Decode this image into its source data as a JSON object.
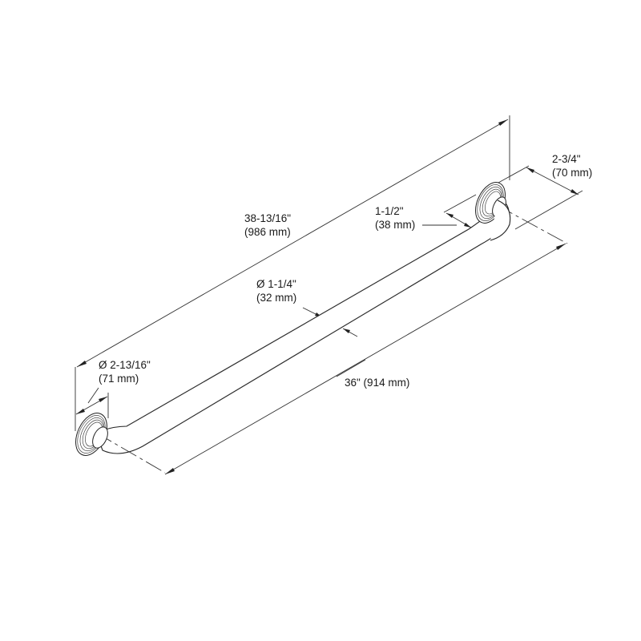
{
  "drawing": {
    "title": "Grab bar dimension drawing",
    "colors": {
      "line": "#333333",
      "background": "#ffffff",
      "text": "#1a1a1a"
    }
  },
  "dimensions": {
    "overall_length": {
      "imperial": "38-13/16\"",
      "metric": "(986 mm)"
    },
    "tube_diameter": {
      "imperial": "Ø 1-1/4\"",
      "metric": "(32 mm)"
    },
    "wall_clearance": {
      "imperial": "1-1/2\"",
      "metric": "(38 mm)"
    },
    "projection": {
      "imperial": "2-3/4\"",
      "metric": "(70 mm)"
    },
    "flange_diameter": {
      "imperial": "Ø 2-13/16\"",
      "metric": "(71 mm)"
    },
    "center_to_center": {
      "label": "36\" (914 mm)"
    }
  }
}
